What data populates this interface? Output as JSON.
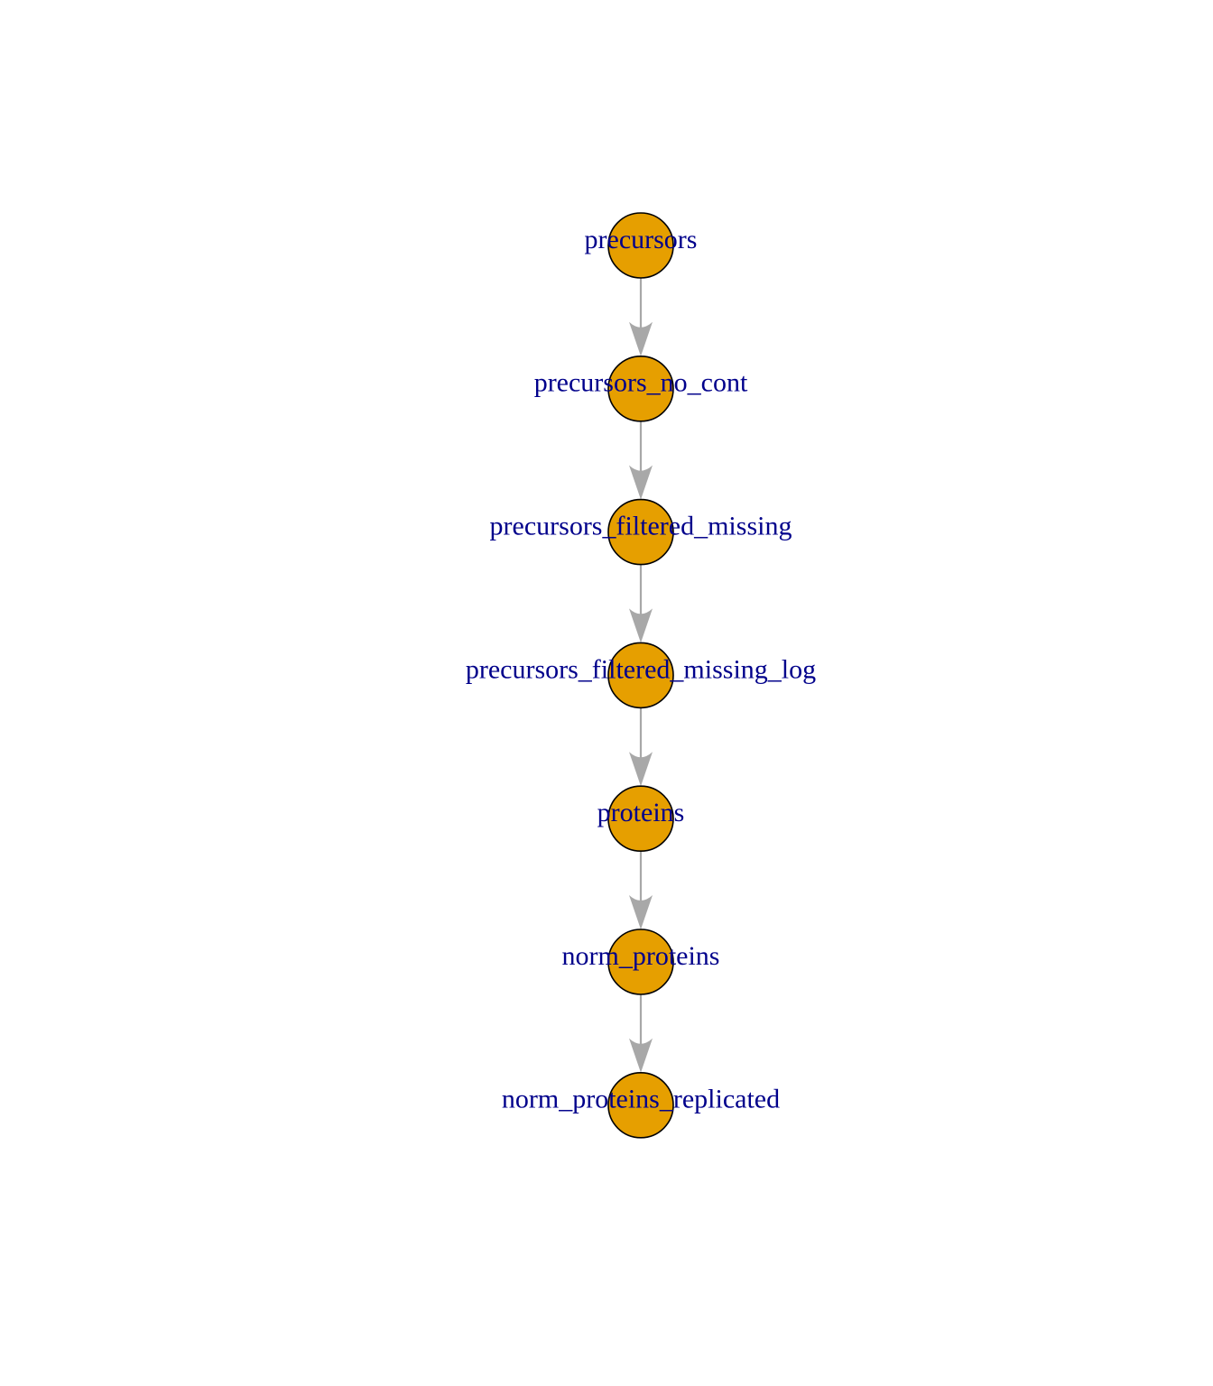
{
  "graph": {
    "direction": "top-to-bottom",
    "node_color": "#E69F00",
    "node_border_color": "#000000",
    "label_color": "#00008B",
    "edge_color": "#A8A8A8",
    "nodes": [
      {
        "id": "n1",
        "label": "precursors"
      },
      {
        "id": "n2",
        "label": "precursors_no_cont"
      },
      {
        "id": "n3",
        "label": "precursors_filtered_missing"
      },
      {
        "id": "n4",
        "label": "precursors_filtered_missing_log"
      },
      {
        "id": "n5",
        "label": "proteins"
      },
      {
        "id": "n6",
        "label": "norm_proteins"
      },
      {
        "id": "n7",
        "label": "norm_proteins_replicated"
      }
    ],
    "edges": [
      {
        "from": "n1",
        "to": "n2"
      },
      {
        "from": "n2",
        "to": "n3"
      },
      {
        "from": "n3",
        "to": "n4"
      },
      {
        "from": "n4",
        "to": "n5"
      },
      {
        "from": "n5",
        "to": "n6"
      },
      {
        "from": "n6",
        "to": "n7"
      }
    ]
  }
}
